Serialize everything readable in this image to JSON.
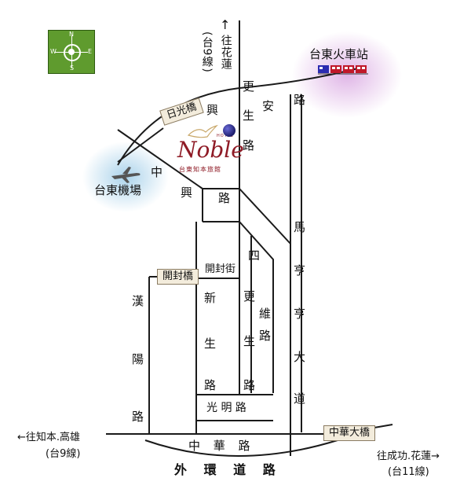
{
  "compass": {
    "n": "N",
    "s": "S",
    "w": "W",
    "e": "E"
  },
  "logo": {
    "brand": "Noble",
    "tagline": "HOTEL",
    "subtitle": "台東知本旅館"
  },
  "stations": {
    "train": {
      "label": "台東火車站"
    },
    "airport": {
      "label": "台東機場"
    }
  },
  "directions": {
    "north": {
      "arrow": "↑",
      "text": "往花蓮",
      "route": "(台9線)"
    },
    "west": {
      "text": "←往知本.高雄",
      "route": "(台9線)"
    },
    "east": {
      "text": "往成功.花蓮→",
      "route": "(台11線)"
    }
  },
  "bridges": {
    "riguang": "日光橋",
    "kaifeng": "開封橋",
    "zhonghua": "中華大橋"
  },
  "roads": {
    "gengsheng": [
      "更",
      "生",
      "路"
    ],
    "an": "安",
    "lu": "路",
    "zhongxing": [
      "興",
      "中",
      "興",
      "路"
    ],
    "maheng": [
      "馬",
      "亨",
      "亨",
      "大",
      "道"
    ],
    "siwei": [
      "四",
      "維",
      "路"
    ],
    "geng2": [
      "更",
      "生",
      "路"
    ],
    "xinsheng": [
      "新",
      "生",
      "路"
    ],
    "hanyang": [
      "漢",
      "陽",
      "路"
    ],
    "kaifengjie": "開封街",
    "guangming": "光 明 路",
    "zhonghua": "中 華 路",
    "waihuan": "外 環 道 路"
  },
  "colors": {
    "road": "#1a1a1a",
    "compass": "#5f9b2e",
    "logo": "#8f1b26",
    "sign": "#f3ecdc"
  }
}
